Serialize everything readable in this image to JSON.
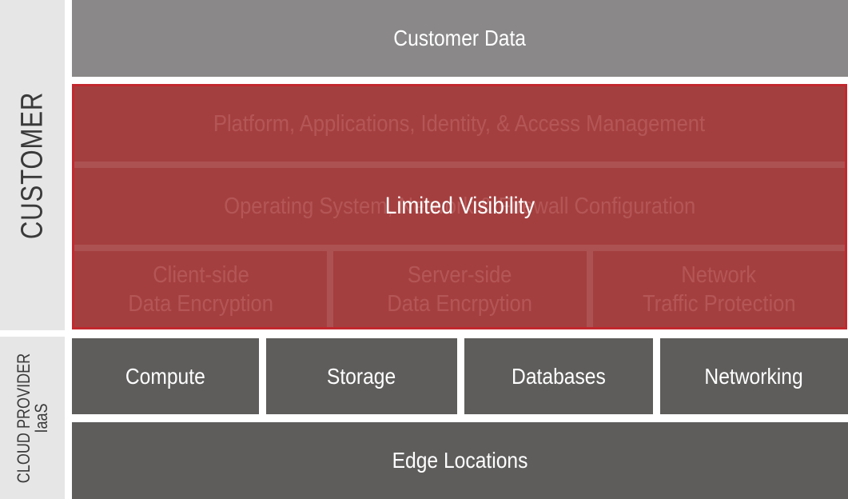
{
  "labels": {
    "customer": "CUSTOMER",
    "cloud_provider": "CLOUD PROVIDER",
    "iaas": "IaaS"
  },
  "customer_data": "Customer Data",
  "limited_visibility": {
    "overlay_label": "Limited Visibility",
    "rows": {
      "platform": "Platform, Applications, Identity, & Access Management",
      "os": "Operating System, Network & Firewall Configuration"
    },
    "encryption": [
      {
        "line1": "Client-side",
        "line2": "Data Encryption"
      },
      {
        "line1": "Server-side",
        "line2": "Data Encrpytion"
      },
      {
        "line1": "Network",
        "line2": "Traffic Protection"
      }
    ]
  },
  "provider_services": [
    "Compute",
    "Storage",
    "Databases",
    "Networking"
  ],
  "edge_locations": "Edge Locations",
  "colors": {
    "side_panel": "#e6e6e6",
    "customer_data": "#8a8888",
    "provider_blocks": "#5e5d5c",
    "limited_visibility_fill": "#a43f3f",
    "limited_visibility_border": "#c2282e"
  }
}
